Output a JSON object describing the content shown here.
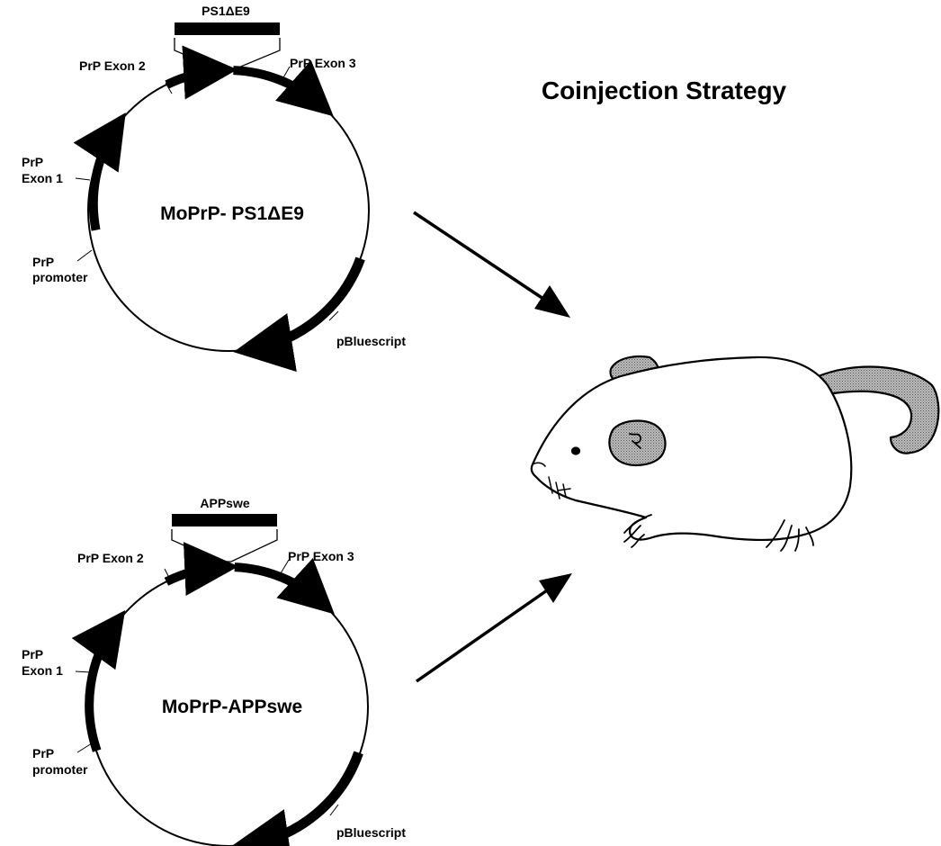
{
  "title": "Coinjection Strategy",
  "colors": {
    "ink": "#000000",
    "stipple": "#9a9a9a",
    "background": "#ffffff"
  },
  "plasmids": [
    {
      "name": "MoPrP- PS1ΔE9",
      "insert": "PS1ΔE9",
      "exon2": "PrP Exon 2",
      "exon3": "PrP Exon 3",
      "exon1_line1": "PrP",
      "exon1_line2": "Exon 1",
      "promoter_line1": "PrP",
      "promoter_line2": "promoter",
      "vector": "pBluescript"
    },
    {
      "name": "MoPrP-APPswe",
      "insert": "APPswe",
      "exon2": "PrP Exon 2",
      "exon3": "PrP Exon 3",
      "exon1_line1": "PrP",
      "exon1_line2": "Exon 1",
      "promoter_line1": "PrP",
      "promoter_line2": "promoter",
      "vector": "pBluescript"
    }
  ],
  "icons": [
    "arrow-icon",
    "mouse-icon"
  ]
}
